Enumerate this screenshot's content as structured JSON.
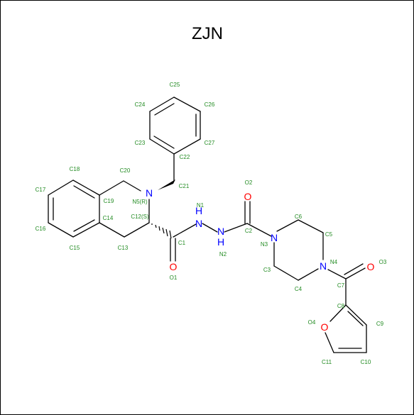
{
  "title": "ZJN",
  "colors": {
    "bond": "#000000",
    "label": "#228b22",
    "nitrogen": "#0000ff",
    "oxygen": "#ff0000",
    "title": "#000000"
  },
  "atom_symbols": {
    "n5": "N",
    "n1_h": "H",
    "n1_n": "N",
    "n2_n": "N",
    "n2_h": "H",
    "n3": "N",
    "n4": "N",
    "o1": "O",
    "o2": "O",
    "o3": "O",
    "o4": "O"
  },
  "atom_labels": {
    "c25": "C25",
    "c24": "C24",
    "c26": "C26",
    "c23": "C23",
    "c27": "C27",
    "c22": "C22",
    "c18": "C18",
    "c20": "C20",
    "c21": "C21",
    "c17": "C17",
    "n5": "N5(R)",
    "c19": "C19",
    "c12": "C12(S)",
    "c14": "C14",
    "c16": "C16",
    "c15": "C15",
    "c13": "C13",
    "c1": "C1",
    "o1": "O1",
    "n1": "N1",
    "n2": "N2",
    "o2": "O2",
    "c2": "C2",
    "n3": "N3",
    "c6": "C6",
    "c5": "C5",
    "n4": "N4",
    "c3": "C3",
    "c4": "C4",
    "o3": "O3",
    "c7": "C7",
    "c8": "C8",
    "o4": "O4",
    "c9": "C9",
    "c11": "C11",
    "c10": "C10"
  }
}
